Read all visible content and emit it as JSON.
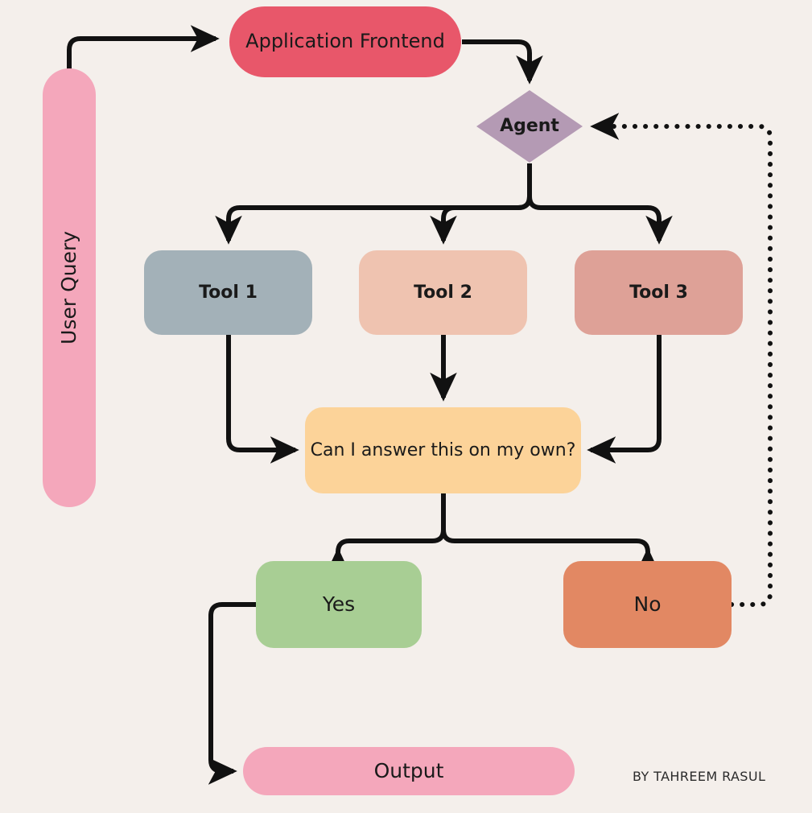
{
  "diagram": {
    "title": "Agent tool-use decision flowchart",
    "background_color": "#F4EFEB",
    "edge_color": "#111111",
    "credit": "BY TAHREEM RASUL"
  },
  "nodes": {
    "user_query": {
      "label": "User Query",
      "shape": "vertical-pill",
      "color": "#F4A7BB",
      "orientation": "rotated-90"
    },
    "app_frontend": {
      "label": "Application Frontend",
      "shape": "pill",
      "color": "#E8576A"
    },
    "agent": {
      "label": "Agent",
      "shape": "diamond",
      "color": "#B49AB4"
    },
    "tool1": {
      "label": "Tool 1",
      "shape": "rounded-rect",
      "color": "#A3B1B8"
    },
    "tool2": {
      "label": "Tool 2",
      "shape": "rounded-rect",
      "color": "#EFC3B0"
    },
    "tool3": {
      "label": "Tool 3",
      "shape": "rounded-rect",
      "color": "#DEA197"
    },
    "decision": {
      "label": "Can I answer this on my own?",
      "shape": "rounded-rect",
      "color": "#FCD399"
    },
    "yes": {
      "label": "Yes",
      "shape": "rounded-rect",
      "color": "#A8CE94"
    },
    "no": {
      "label": "No",
      "shape": "rounded-rect",
      "color": "#E28863"
    },
    "output": {
      "label": "Output",
      "shape": "pill",
      "color": "#F4A7BB"
    }
  },
  "edges": [
    {
      "name": "user-query-to-app-frontend",
      "from": "user_query",
      "to": "app_frontend",
      "style": "solid",
      "arrow": true
    },
    {
      "name": "app-frontend-to-agent",
      "from": "app_frontend",
      "to": "agent",
      "style": "solid",
      "arrow": true
    },
    {
      "name": "agent-to-tool1",
      "from": "agent",
      "to": "tool1",
      "style": "solid",
      "arrow": true
    },
    {
      "name": "agent-to-tool2",
      "from": "agent",
      "to": "tool2",
      "style": "solid",
      "arrow": true
    },
    {
      "name": "agent-to-tool3",
      "from": "agent",
      "to": "tool3",
      "style": "solid",
      "arrow": true
    },
    {
      "name": "tool1-to-decision",
      "from": "tool1",
      "to": "decision",
      "style": "solid",
      "arrow": true
    },
    {
      "name": "tool2-to-decision",
      "from": "tool2",
      "to": "decision",
      "style": "solid",
      "arrow": true
    },
    {
      "name": "tool3-to-decision",
      "from": "tool3",
      "to": "decision",
      "style": "solid",
      "arrow": true
    },
    {
      "name": "decision-to-yes",
      "from": "decision",
      "to": "yes",
      "style": "solid",
      "arrow": true
    },
    {
      "name": "decision-to-no",
      "from": "decision",
      "to": "no",
      "style": "solid",
      "arrow": true
    },
    {
      "name": "yes-to-output",
      "from": "yes",
      "to": "output",
      "style": "solid",
      "arrow": true
    },
    {
      "name": "no-to-agent-feedback",
      "from": "no",
      "to": "agent",
      "style": "dotted",
      "arrow": true
    }
  ]
}
